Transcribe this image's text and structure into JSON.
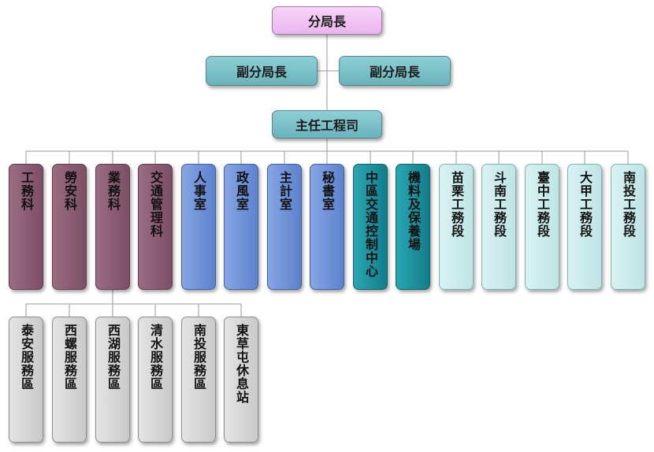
{
  "director": "分局長",
  "deputies": [
    "副分局長",
    "副分局長"
  ],
  "chief_engineer": "主任工程司",
  "units": [
    {
      "label": "工務科",
      "group": "mauve"
    },
    {
      "label": "勞安科",
      "group": "mauve"
    },
    {
      "label": "業務科",
      "group": "mauve"
    },
    {
      "label": "交通管理科",
      "group": "mauve"
    },
    {
      "label": "人事室",
      "group": "blue"
    },
    {
      "label": "政風室",
      "group": "blue"
    },
    {
      "label": "主計室",
      "group": "blue"
    },
    {
      "label": "秘書室",
      "group": "blue"
    },
    {
      "label": "中區交通控制中心",
      "group": "dteal"
    },
    {
      "label": "機料及保養場",
      "group": "dteal"
    },
    {
      "label": "苗栗工務段",
      "group": "lteal"
    },
    {
      "label": "斗南工務段",
      "group": "lteal"
    },
    {
      "label": "臺中工務段",
      "group": "lteal"
    },
    {
      "label": "大甲工務段",
      "group": "lteal"
    },
    {
      "label": "南投工務段",
      "group": "lteal"
    }
  ],
  "service_areas": [
    "泰安服務區",
    "西螺服務區",
    "西湖服務區",
    "清水服務區",
    "南投服務區",
    "東草屯休息站"
  ],
  "colors": {
    "director": "#eab5ee",
    "deputy": "#69b2bb",
    "mauve": "#7c4f64",
    "blue": "#5c82ce",
    "dteal": "#127e8a",
    "lteal": "#bfe4e4",
    "grey": "#c9c9c9",
    "connector": "#9a9a9a"
  }
}
